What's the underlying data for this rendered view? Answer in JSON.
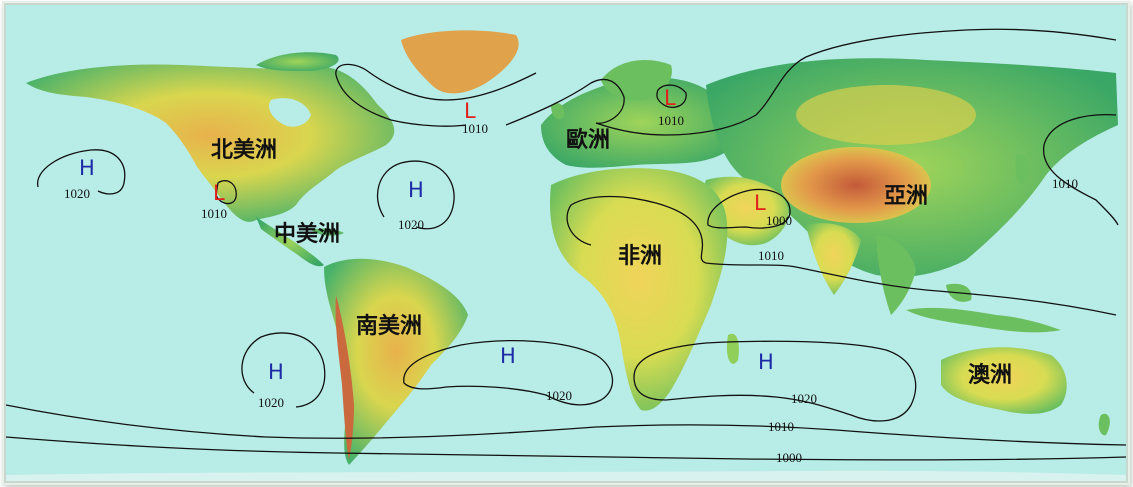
{
  "continents": [
    {
      "id": "north-america",
      "label": "北美洲"
    },
    {
      "id": "central-america",
      "label": "中美洲"
    },
    {
      "id": "south-america",
      "label": "南美洲"
    },
    {
      "id": "europe",
      "label": "歐洲"
    },
    {
      "id": "africa",
      "label": "非洲"
    },
    {
      "id": "asia",
      "label": "亞洲"
    },
    {
      "id": "oceania",
      "label": "澳洲"
    }
  ],
  "pressure_centers": [
    {
      "id": "high-north-pacific",
      "symbol": "H",
      "kind": "high"
    },
    {
      "id": "high-north-atlantic",
      "symbol": "H",
      "kind": "high"
    },
    {
      "id": "high-south-pacific",
      "symbol": "H",
      "kind": "high"
    },
    {
      "id": "high-south-atlantic",
      "symbol": "H",
      "kind": "high"
    },
    {
      "id": "high-indian-ocean",
      "symbol": "H",
      "kind": "high"
    },
    {
      "id": "low-iceland",
      "symbol": "L",
      "kind": "low"
    },
    {
      "id": "low-north-america",
      "symbol": "L",
      "kind": "low"
    },
    {
      "id": "low-scandinavia",
      "symbol": "L",
      "kind": "low"
    },
    {
      "id": "low-arabia",
      "symbol": "L",
      "kind": "low"
    }
  ],
  "isobar_labels": [
    {
      "id": "north-pacific",
      "value": "1020"
    },
    {
      "id": "north-america",
      "value": "1010"
    },
    {
      "id": "north-atlantic-high",
      "value": "1020"
    },
    {
      "id": "north-atlantic-low",
      "value": "1010"
    },
    {
      "id": "scandinavia",
      "value": "1010"
    },
    {
      "id": "east-asia",
      "value": "1010"
    },
    {
      "id": "arabia",
      "value": "1000"
    },
    {
      "id": "africa",
      "value": "1010"
    },
    {
      "id": "south-pacific",
      "value": "1020"
    },
    {
      "id": "south-atlantic",
      "value": "1020"
    },
    {
      "id": "indian-ocean",
      "value": "1020"
    },
    {
      "id": "southern-1010",
      "value": "1010"
    },
    {
      "id": "southern-1000",
      "value": "1000"
    }
  ],
  "colors": {
    "ocean": "#b8ece7",
    "lowland": "#3fae6a",
    "plain": "#8fcf5a",
    "upland": "#e6d84a",
    "highland": "#e8a44c",
    "mountain": "#c9693d",
    "high_pressure": "#1b2aa6",
    "low_pressure": "#e0201a"
  }
}
